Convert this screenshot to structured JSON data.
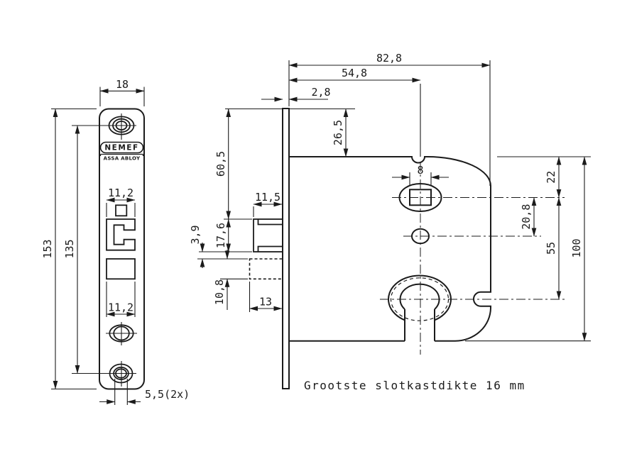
{
  "drawing": {
    "brand": "NEMEF",
    "brand_sub": "ASSA ABLOY",
    "caption": "Grootste slotkastdikte 16 mm",
    "colors": {
      "line": "#1b1b1b",
      "background": "#ffffff"
    },
    "front_view": {
      "width": "18",
      "height": "153",
      "screw_pitch": "135",
      "latch_cutout_width": "11,2",
      "bolt_cutout_width": "11,2",
      "screw_holes": "5,5(2x)"
    },
    "side_view": {
      "total_depth": "82,8",
      "backset": "54,8",
      "faceplate_thickness": "2,8",
      "top_to_case": "26,5",
      "top_to_latch": "60,5",
      "latch_protrusion": "11,5",
      "latch_height": "17,6",
      "latch_to_bolt": "3,9",
      "bolt_height": "10,8",
      "bolt_protrusion": "13",
      "spindle_square": "8",
      "case_top_to_spindle": "22",
      "spindle_to_hole": "20,8",
      "spindle_to_keyhole": "55",
      "case_height": "100"
    }
  }
}
